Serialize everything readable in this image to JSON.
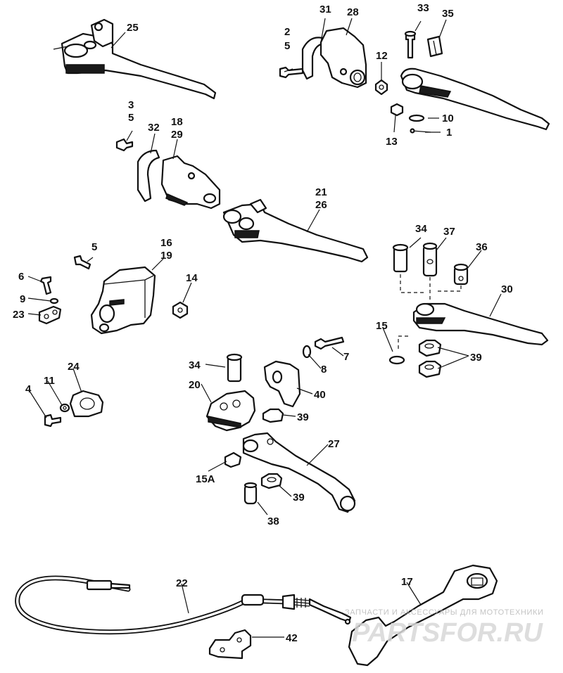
{
  "diagram": {
    "callouts": {
      "c25": "25",
      "c31": "31",
      "c28": "28",
      "c33": "33",
      "c35": "35",
      "c2": "2",
      "c5a": "5",
      "c12": "12",
      "c10": "10",
      "c1": "1",
      "c13": "13",
      "c3": "3",
      "c5b": "5",
      "c32": "32",
      "c18": "18",
      "c29": "29",
      "c21": "21",
      "c26": "26",
      "c5c": "5",
      "c16": "16",
      "c19": "19",
      "c6": "6",
      "c9": "9",
      "c23": "23",
      "c14": "14",
      "c34a": "34",
      "c37": "37",
      "c36": "36",
      "c30": "30",
      "c15": "15",
      "c39a": "39",
      "c7": "7",
      "c8": "8",
      "c34b": "34",
      "c20": "20",
      "c40": "40",
      "c39b": "39",
      "c27": "27",
      "c15a": "15A",
      "c39c": "39",
      "c38": "38",
      "c4": "4",
      "c11": "11",
      "c24": "24",
      "c22": "22",
      "c17": "17",
      "c42": "42"
    }
  },
  "watermark": {
    "line1": "ЗАПЧАСТИ И АКСЕССУАРЫ ДЛЯ МОТОТЕХНИКИ",
    "line2": "PARTSFOR.RU"
  }
}
